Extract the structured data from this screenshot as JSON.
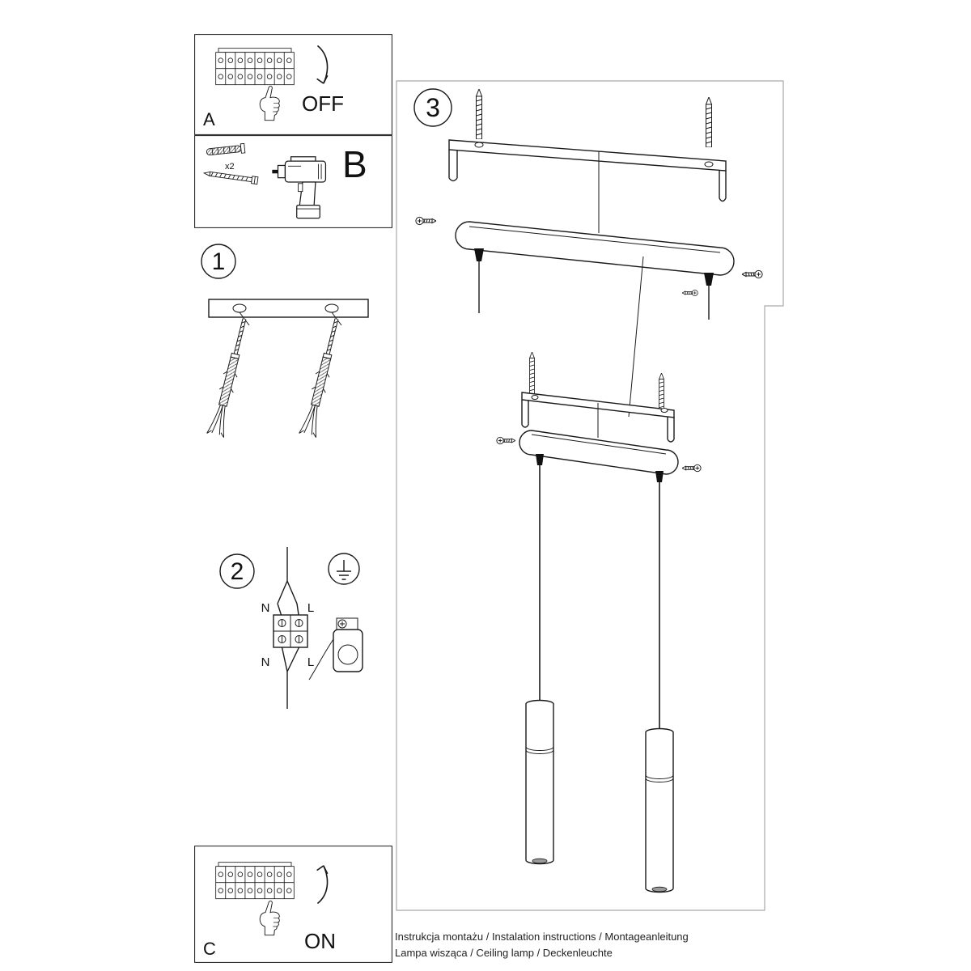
{
  "sheet": {
    "background": "#ffffff",
    "line_color": "#1a1a1a"
  },
  "panel_a": {
    "label": "A",
    "action": "OFF"
  },
  "panel_b": {
    "label": "B",
    "quantity": "x2"
  },
  "panel_c": {
    "label": "C",
    "action": "ON"
  },
  "step_1": {
    "number": "1"
  },
  "step_2": {
    "number": "2",
    "wire_labels": {
      "n_top": "N",
      "l_top": "L",
      "n_bottom": "N",
      "l_bottom": "L"
    }
  },
  "step_3": {
    "number": "3"
  },
  "footer": {
    "line1": "Instrukcja montażu / Instalation instructions / Montageanleitung",
    "line2": "Lampa wisząca / Ceiling lamp / Deckenleuchte"
  }
}
